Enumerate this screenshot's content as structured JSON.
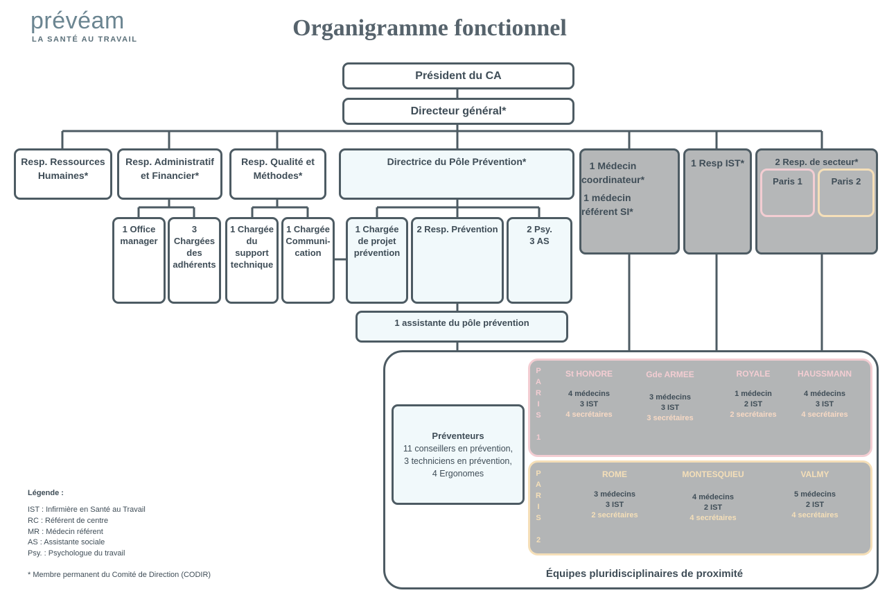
{
  "header": {
    "logo_text": "prévéam",
    "logo_tagline": "LA SANTÉ AU TRAVAIL",
    "title": "Organigramme fonctionnel"
  },
  "top": {
    "president": "Président du CA",
    "directeur": "Directeur général*"
  },
  "branches": {
    "rh": "Resp. Ressources\nHumaines*",
    "raf": "Resp. Administratif\net Financier*",
    "qualite": "Resp. Qualité et\nMéthodes*",
    "prevention": "Directrice du Pôle Prévention*",
    "medecin": "1 Médecin\ncoordinateur*",
    "medecin_si": "1 médecin\nréférent SI*",
    "ist": "1 Resp IST*",
    "secteur": "2 Resp. de secteur*",
    "paris1": "Paris 1",
    "paris2": "Paris 2"
  },
  "sub": {
    "office": "1 Office\nmanager",
    "adherents": "3\nChargées\ndes\nadhérents",
    "support": "1 Chargée\ndu\nsupport\ntechnique",
    "communication": "1 Chargée\nCommuni-\ncation",
    "projet": "1 Chargée\nde projet\nprévention",
    "resp_prev": "2 Resp. Prévention",
    "psy": "2 Psy.\n3 AS",
    "assistante": "1 assistante du pôle prévention"
  },
  "preventeurs": {
    "title": "Préventeurs",
    "text": "11 conseillers en prévention,\n3 techniciens en prévention,\n4 Ergonomes"
  },
  "equipes_label": "Équipes pluridisciplinaires de proximité",
  "sector_colors": {
    "paris1": "#f3cdd2",
    "paris2": "#f5dfb8",
    "secretaires": "#f7d9c4",
    "box_grey": "#b5b7b8",
    "line": "#4d5b63"
  },
  "paris1": {
    "letters": [
      "P",
      "A",
      "R",
      "I",
      "S",
      "",
      "1"
    ],
    "sites": [
      {
        "name": "St HONORE",
        "medecins": "4 médecins",
        "ist": "3 IST",
        "secretaires": "4 secrétaires"
      },
      {
        "name": "Gde ARMEE",
        "medecins": "3 médecins",
        "ist": "3 IST",
        "secretaires": "3 secrétaires"
      },
      {
        "name": "ROYALE",
        "medecins": "1 médecin",
        "ist": "2 IST",
        "secretaires": "2 secrétaires"
      },
      {
        "name": "HAUSSMANN",
        "medecins": "4 médecins",
        "ist": "3 IST",
        "secretaires": "4 secrétaires"
      }
    ]
  },
  "paris2": {
    "letters": [
      "P",
      "A",
      "R",
      "I",
      "S",
      "",
      "2"
    ],
    "sites": [
      {
        "name": "ROME",
        "medecins": "3 médecins",
        "ist": "3 IST",
        "secretaires": "2 secrétaires"
      },
      {
        "name": "MONTESQUIEU",
        "medecins": "4 médecins",
        "ist": "2 IST",
        "secretaires": "4 secrétaires"
      },
      {
        "name": "VALMY",
        "medecins": "5 médecins",
        "ist": "2 IST",
        "secretaires": "4 secrétaires"
      }
    ]
  },
  "legend": {
    "title": "Légende :",
    "items": [
      "IST : Infirmière en Santé au Travail",
      "RC : Référent de centre",
      "MR : Médecin référent",
      "AS : Assistante sociale",
      "Psy. : Psychologue du travail"
    ],
    "footnote": "* Membre permanent du Comité de Direction (CODIR)"
  }
}
